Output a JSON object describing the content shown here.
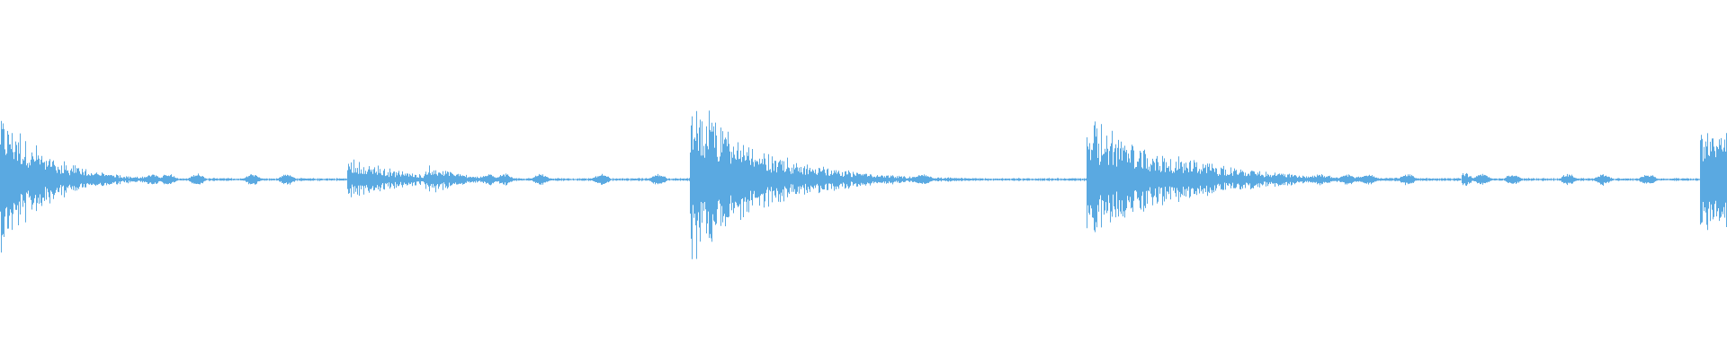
{
  "waveform": {
    "color": "#5aa9e1",
    "background": "#ffffff",
    "description_type": "audio-waveform",
    "bursts": [
      {
        "pos": 0.0,
        "amp": 0.93,
        "decay": 0.025
      },
      {
        "pos": 0.203,
        "amp": 0.27,
        "decay": 0.03
      },
      {
        "pos": 0.248,
        "amp": 0.18,
        "decay": 0.02
      },
      {
        "pos": 0.401,
        "amp": 1.0,
        "decay": 0.04
      },
      {
        "pos": 0.631,
        "amp": 0.76,
        "decay": 0.05
      },
      {
        "pos": 0.848,
        "amp": 0.1,
        "decay": 0.005
      },
      {
        "pos": 0.986,
        "amp": 0.86,
        "decay": 0.02
      },
      {
        "pos": 0.998,
        "amp": 0.7,
        "decay": 0.01
      }
    ],
    "baseline_amp": 0.012,
    "blobs": [
      0.03,
      0.038,
      0.047,
      0.055,
      0.063,
      0.088,
      0.097,
      0.114,
      0.146,
      0.166,
      0.265,
      0.283,
      0.292,
      0.313,
      0.348,
      0.381,
      0.429,
      0.445,
      0.474,
      0.497,
      0.498,
      0.501,
      0.534,
      0.651,
      0.668,
      0.685,
      0.703,
      0.725,
      0.74,
      0.764,
      0.78,
      0.792,
      0.815,
      0.858,
      0.876,
      0.908,
      0.928,
      0.954
    ]
  }
}
